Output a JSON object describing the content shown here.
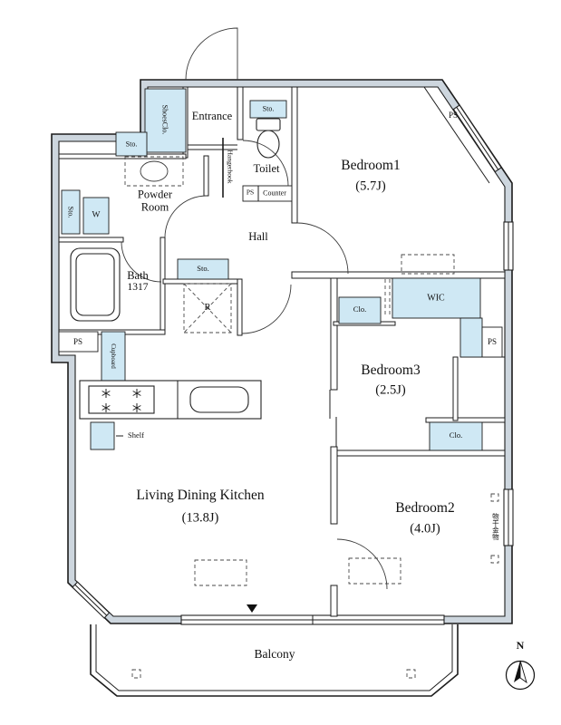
{
  "plan": {
    "rooms": {
      "entrance": {
        "name": "Entrance"
      },
      "toilet": {
        "name": "Toilet"
      },
      "bedroom1": {
        "name": "Bedroom1",
        "area": "(5.7J)"
      },
      "powder_room": {
        "name_line1": "Powder",
        "name_line2": "Room"
      },
      "bath": {
        "name": "Bath",
        "size": "1317"
      },
      "hall": {
        "name": "Hall"
      },
      "ldk": {
        "name": "Living Dining Kitchen",
        "area": "(13.8J)"
      },
      "bedroom3": {
        "name": "Bedroom3",
        "area": "(2.5J)"
      },
      "bedroom2": {
        "name": "Bedroom2",
        "area": "(4.0J)"
      },
      "balcony": {
        "name": "Balcony"
      }
    },
    "storage": {
      "shoes_closet": "ShoesClo.",
      "sto_entrance": "Sto.",
      "sto_toilet": "Sto.",
      "sto_powder": "Sto.",
      "sto_hall": "Sto.",
      "closet_bedroom3": "Clo.",
      "closet_bedroom2": "Clo.",
      "wic": "WIC",
      "cupboard": "Cupboard",
      "shelf": "Shelf"
    },
    "fixtures": {
      "washer": "W",
      "refrigerator": "R",
      "hangerhook": "Hangerhook",
      "counter": "Counter",
      "laundry_bracket": "物干金物"
    },
    "shafts": {
      "ps_top": "PS",
      "ps_toilet": "PS",
      "ps_bath": "PS",
      "ps_bedroom3": "PS"
    },
    "compass": {
      "north": "N"
    },
    "colors": {
      "wall": "#cdd6de",
      "storage": "#cfe8f4",
      "line": "#1c1c1c"
    }
  }
}
